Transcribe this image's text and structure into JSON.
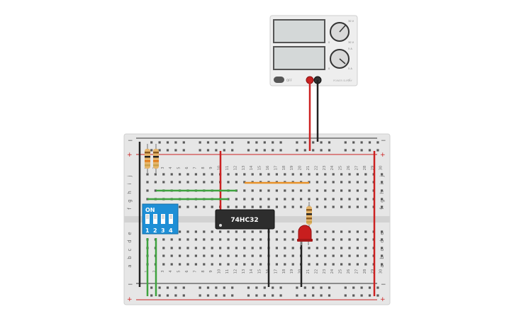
{
  "power_supply": {
    "knob_labels": [
      "0",
      "30 V",
      "0",
      "5 A"
    ],
    "corner_labels": [
      "30 V",
      "5 A"
    ],
    "power_button_label": "OFF",
    "brand_label": "POWER SUPPLY"
  },
  "breadboard": {
    "plus_sign": "+",
    "minus_sign": "−",
    "row_letters_top": [
      "j",
      "i",
      "h",
      "g",
      "f"
    ],
    "row_letters_bottom": [
      "e",
      "d",
      "c",
      "b",
      "a"
    ],
    "column_numbers": [
      "1",
      "2",
      "3",
      "4",
      "5",
      "6",
      "7",
      "8",
      "9",
      "10",
      "11",
      "12",
      "13",
      "14",
      "15",
      "16",
      "17",
      "18",
      "19",
      "20",
      "21",
      "22",
      "23",
      "24",
      "25",
      "26",
      "27",
      "28",
      "29",
      "30"
    ]
  },
  "dip_switch": {
    "on_label": "ON",
    "switch_numbers": [
      "1",
      "2",
      "3",
      "4"
    ]
  },
  "chip": {
    "label": "74HC32"
  },
  "colors": {
    "wire_red": "#cc2222",
    "wire_black": "#222222",
    "wire_green": "#3fa33f",
    "wire_orange": "#e8922a",
    "dip_blue": "#1e8fd6",
    "led_red": "#c81e1e",
    "board": "#e8e8e8"
  }
}
